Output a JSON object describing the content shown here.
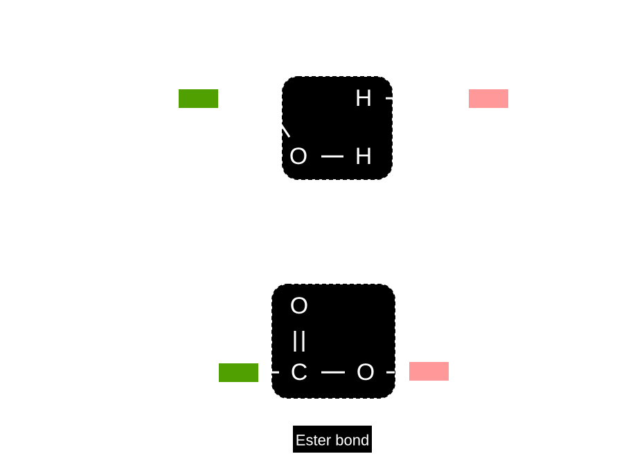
{
  "colors": {
    "left_group": "#4fa000",
    "right_group": "#ff9999",
    "box_fill": "#000000",
    "atom_text": "#ffffff",
    "background": "#ffffff"
  },
  "top_molecule": {
    "atoms": {
      "h_top": "H",
      "o": "O",
      "h_bottom": "H"
    }
  },
  "bottom_molecule": {
    "atoms": {
      "o_top": "O",
      "c": "C",
      "o": "O"
    }
  },
  "caption": "Ester bond"
}
